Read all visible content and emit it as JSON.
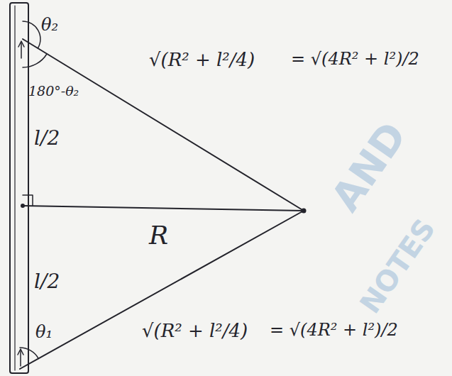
{
  "diagram": {
    "labels": [
      "θ₂",
      "180°-θ₂",
      "l/2",
      "R",
      "l/2",
      "θ₁",
      "√(R² + l²/4)",
      "= √(4R² + l²)/2",
      "√(R² + l²/4)",
      "= √(4R² + l²)/2",
      "AND",
      "NOTES"
    ]
  }
}
